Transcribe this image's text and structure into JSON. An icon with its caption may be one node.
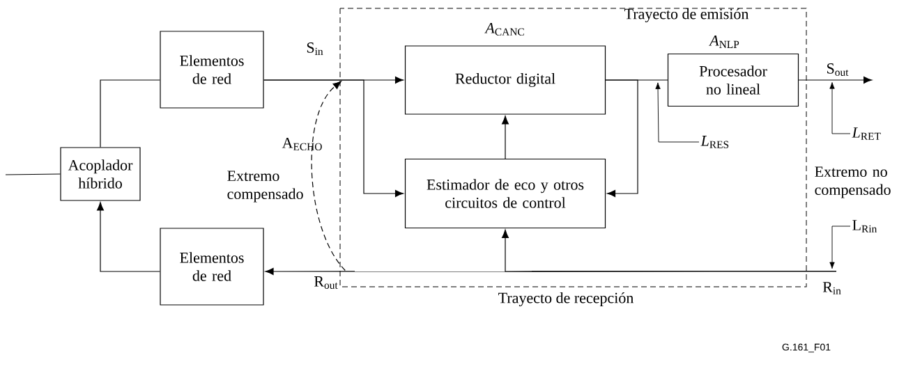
{
  "diagram": {
    "nodes": [
      {
        "text": [
          "Elementos de red"
        ]
      },
      {
        "text": [
          "Acoplador híbrido"
        ]
      },
      {
        "text": [
          "Elementos de red"
        ]
      },
      {
        "text": [
          "Reductor digital"
        ],
        "beside": [
          "*A*$_{CANC}$"
        ]
      },
      {
        "text": [
          "Estimador de eco y otros circuitos de control"
        ]
      },
      {
        "text": [
          "Procesador no lineal"
        ],
        "beside": [
          "*A*$_{NLP}$"
        ]
      },
      {
        "text": [
          "S$_{in}$"
        ]
      },
      {
        "text": [
          "R$_{out}$"
        ]
      },
      {
        "text": [
          "*L*$_{RES}$"
        ]
      },
      {
        "text": [
          "*L*$_{RET}$"
        ]
      },
      {
        "text": [
          "L$_{Rin}$"
        ]
      },
      {
        "text": [
          "S$_{out}$"
        ]
      },
      {
        "text": [
          "R$_{in}$"
        ]
      }
    ],
    "edges": [
      {
        "from": null,
        "to": 1,
        "arrow": "none"
      },
      {
        "from": 1,
        "to": 0,
        "arrow": "none"
      },
      {
        "from": 0,
        "to": 3,
        "arrow": "to"
      },
      {
        "from": 0,
        "to": 4,
        "arrow": "to"
      },
      {
        "from": 3,
        "to": 5,
        "arrow": "none"
      },
      {
        "from": 3,
        "to": 4,
        "arrow": "to"
      },
      {
        "from": 4,
        "to": 3,
        "arrow": "to"
      },
      {
        "from": 5,
        "to": 11,
        "arrow": "to"
      },
      {
        "from": 12,
        "to": 2,
        "arrow": "to"
      },
      {
        "from": 12,
        "to": 4,
        "arrow": "to"
      },
      {
        "from": 2,
        "to": 1,
        "arrow": "to"
      },
      {
        "from": 7,
        "to": 6,
        "arrow": "to",
        "style": "dashed",
        "label": "A$_{ECHO}$"
      },
      {
        "from": 8,
        "to": 5,
        "arrow": "to"
      },
      {
        "from": 9,
        "to": 11,
        "arrow": "to"
      },
      {
        "from": 10,
        "to": 12,
        "arrow": "to"
      }
    ],
    "labels": [
      "Trayecto de emisión",
      "Extremo compensado",
      "Extremo no compensado",
      "Trayecto de recepción",
      "G.161_F01"
    ]
  }
}
